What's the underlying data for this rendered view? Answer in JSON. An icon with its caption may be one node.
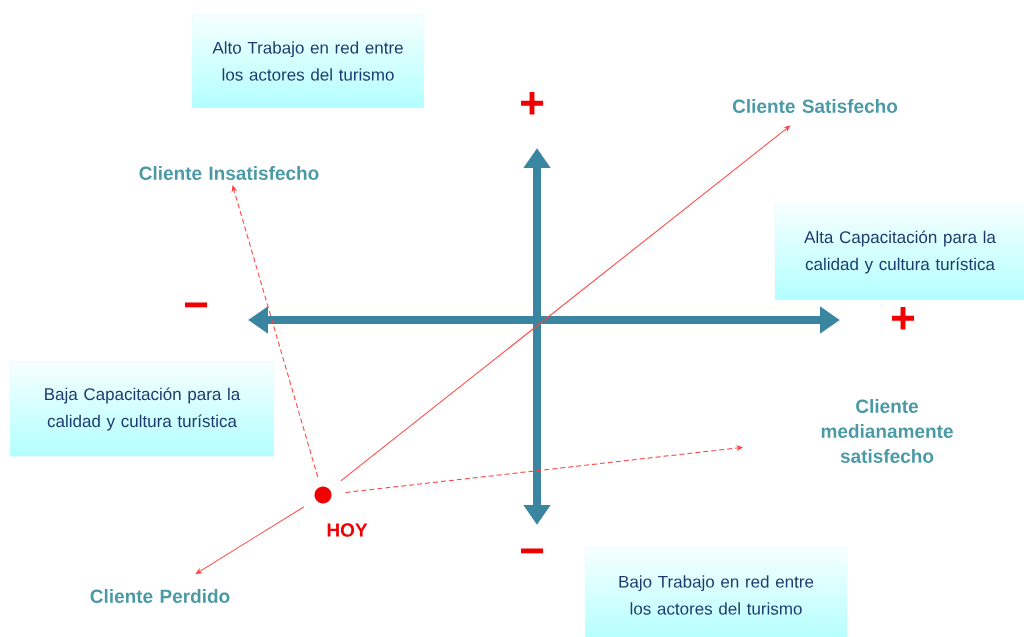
{
  "diagram": {
    "nodes": [
      {
        "text": [
          "Alto Trabajo en red entre los actores del turismo"
        ]
      },
      {
        "text": [
          "Cliente Satisfecho"
        ]
      },
      {
        "text": [
          "Cliente Insatisfecho"
        ]
      },
      {
        "text": [
          "Alta Capacitación para la calidad y cultura turística"
        ]
      },
      {
        "text": [
          "Baja Capacitación para la calidad y cultura turística"
        ]
      },
      {
        "text": [
          "Cliente medianamente satisfecho"
        ]
      },
      {
        "text": [],
        "shape": "circle",
        "beside": [
          "HOY"
        ]
      },
      {
        "text": [
          "Bajo Trabajo en red entre los actores del turismo"
        ]
      },
      {
        "text": [
          "Cliente Perdido"
        ]
      }
    ],
    "edges": [
      {
        "from": 6,
        "to": 2,
        "arrow": "to",
        "style": "dashed"
      },
      {
        "from": 6,
        "to": 1,
        "arrow": "to"
      },
      {
        "from": 6,
        "to": 5,
        "arrow": "to",
        "style": "dashed"
      },
      {
        "from": 6,
        "to": 8,
        "arrow": "to"
      }
    ],
    "labels": [
      "+",
      "−",
      "+",
      "−"
    ]
  }
}
